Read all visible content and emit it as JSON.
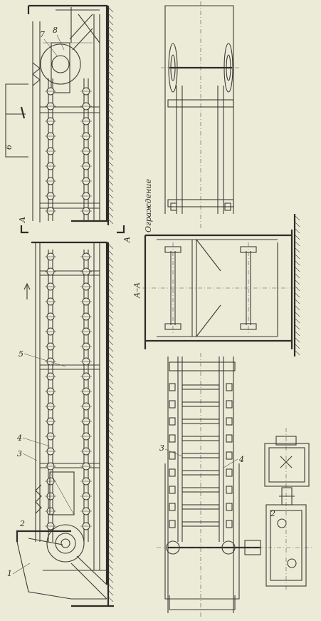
{
  "labels": {
    "n1": "1",
    "n2_left": "2",
    "n3_left": "3",
    "n4_left": "4",
    "n5": "5",
    "n6": "6",
    "n7": "7",
    "n8": "8",
    "n2_right": "2",
    "n3_right": "3",
    "n4_right": "4",
    "section_a_top": "A",
    "section_a_bottom": "A",
    "section_title": "А–А",
    "guard": "Ограждение"
  },
  "colors": {
    "paper": "#ecebd8",
    "ink": "#2c2c28"
  },
  "icons": {
    "direction_arrow": "arrow-left-icon"
  }
}
